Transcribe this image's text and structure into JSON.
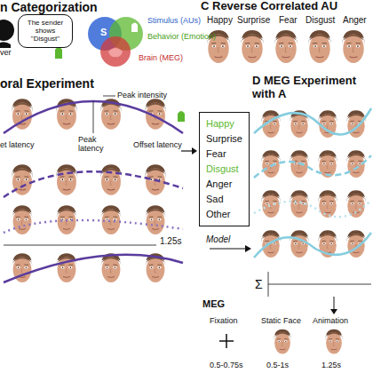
{
  "diagram": {
    "nodes": [
      {
        "text": [
          "The sender shows \"Disgust\""
        ]
      },
      {
        "text": [
          "Happy",
          "Surprise",
          "Fear",
          "Disgust",
          "Anger",
          "Sad",
          "Other"
        ]
      }
    ],
    "labels": [
      "n Categorization",
      "ver",
      "S",
      "Stimulus (AUs)",
      "Behavior (Emotion)",
      "Brain (MEG)",
      "C Reverse Correlated AU",
      "Happy",
      "Surprise",
      "Fear",
      "Disgust",
      "Anger",
      "oral Experiment",
      "Peak intensity",
      "et latency",
      "Peak latency",
      "Offset latency",
      "1.25s",
      "Model",
      "D MEG Experiment with A",
      "Σ",
      "MEG",
      "Fixation",
      "Static Face",
      "Animation",
      "0.5-0.75s",
      "0.5-1s",
      "1.25s"
    ]
  }
}
